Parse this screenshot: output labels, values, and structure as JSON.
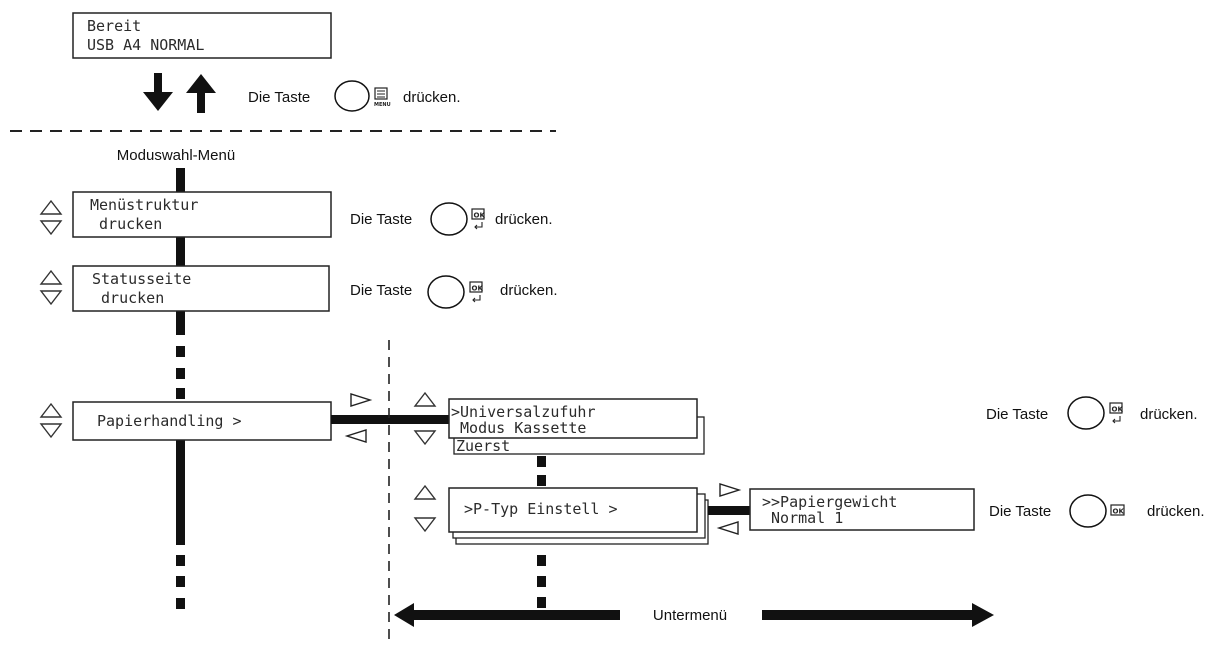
{
  "status_display": {
    "line1": "Bereit",
    "line2": "USB A4 NORMAL"
  },
  "press_text": {
    "prefix": "Die Taste",
    "suffix": "drücken."
  },
  "menu_key": {
    "icon": "menu-key-icon",
    "caption": "MENU"
  },
  "ok_key": {
    "icon": "ok-key-icon",
    "caption": "OK"
  },
  "mode_menu_label": "Moduswahl-Menü",
  "menu_items": [
    {
      "line1": "Menüstruktur",
      "line2": " drucken"
    },
    {
      "line1": "Statusseite",
      "line2": " drucken"
    },
    {
      "line1": "Papierhandling >",
      "line2": ""
    }
  ],
  "sub_items": [
    {
      "line1": ">Universalzufuhr",
      "line2": " Modus Kassette",
      "line3": "Zuerst"
    },
    {
      "line1": ">P-Typ Einstell >",
      "line2": ""
    }
  ],
  "sub_sub_item": {
    "line1": ">>Papiergewicht",
    "line2": " Normal 1"
  },
  "submenu_label": "Untermenü",
  "colors": {
    "ink": "#111111",
    "lcd_text": "#2b2b2b",
    "background": "#ffffff"
  }
}
